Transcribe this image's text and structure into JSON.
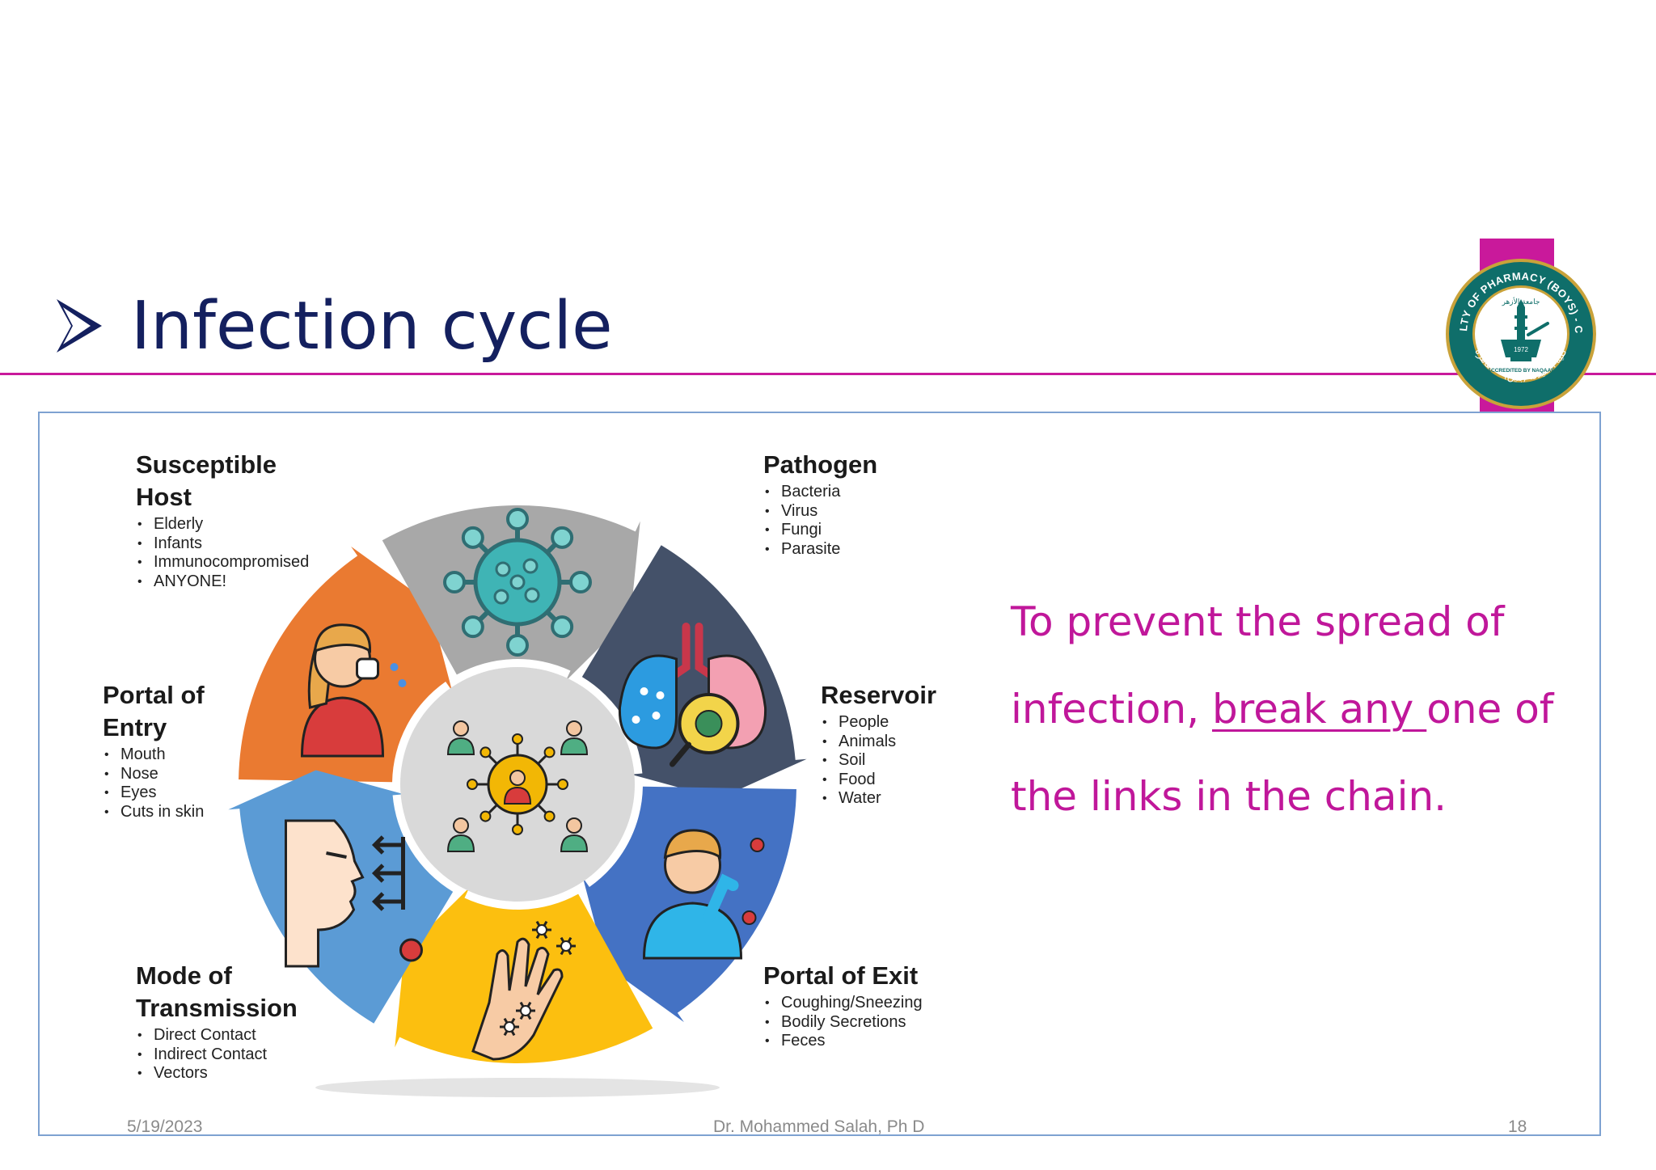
{
  "slide": {
    "title": "Infection cycle",
    "message": {
      "before": "To prevent the spread of infection, ",
      "underlined": "break any ",
      "after": "one of the links in the chain."
    },
    "footer": {
      "date": "5/19/2023",
      "author": "Dr. Mohammed Salah, Ph D",
      "page": "18"
    }
  },
  "logo": {
    "outer_text": "FACULTY OF PHARMACY (BOYS) - CAIRO",
    "arabic_top": "جامعة الأزهر",
    "arabic_bottom": "كلية الصيدلة (بنين) – القاهرة",
    "accredited": "ACCREDITED BY NAQAAE",
    "year": "1972",
    "colors": {
      "ring": "#0f6e6a",
      "gold": "#c9a23a",
      "band": "#c9199b"
    }
  },
  "diagram": {
    "segments": [
      {
        "title": "Susceptible Host",
        "title_lines": [
          "Susceptible",
          "Host"
        ],
        "items": [
          "Elderly",
          "Infants",
          "Immunocompromised",
          "ANYONE!"
        ],
        "color": "#ea7a31",
        "icon": "sneezing-person-icon"
      },
      {
        "title": "Pathogen",
        "title_lines": [
          "Pathogen"
        ],
        "items": [
          "Bacteria",
          "Virus",
          "Fungi",
          "Parasite"
        ],
        "color": "#a8a8a8",
        "icon": "virus-icon"
      },
      {
        "title": "Reservoir",
        "title_lines": [
          "Reservoir"
        ],
        "items": [
          "People",
          "Animals",
          "Soil",
          "Food",
          "Water"
        ],
        "color": "#445169",
        "icon": "lungs-icon"
      },
      {
        "title": "Portal of Exit",
        "title_lines": [
          "Portal of Exit"
        ],
        "items": [
          "Coughing/Sneezing",
          "Bodily Secretions",
          "Feces"
        ],
        "color": "#4472c4",
        "icon": "coughing-person-icon"
      },
      {
        "title": "Mode of Transmission",
        "title_lines": [
          "Mode of",
          "Transmission"
        ],
        "items": [
          "Direct Contact",
          "Indirect Contact",
          "Vectors"
        ],
        "color": "#fcbf0f",
        "icon": "germ-hand-icon"
      },
      {
        "title": "Portal of Entry",
        "title_lines": [
          "Portal of",
          "Entry"
        ],
        "items": [
          "Mouth",
          "Nose",
          "Eyes",
          "Cuts in skin"
        ],
        "color": "#5b9bd5",
        "icon": "face-entry-icon"
      }
    ],
    "center_icon": "people-network-icon"
  },
  "colors": {
    "title": "#14205f",
    "accent": "#c9199b",
    "message": "#c0179a",
    "frame": "#7ea2d1"
  }
}
